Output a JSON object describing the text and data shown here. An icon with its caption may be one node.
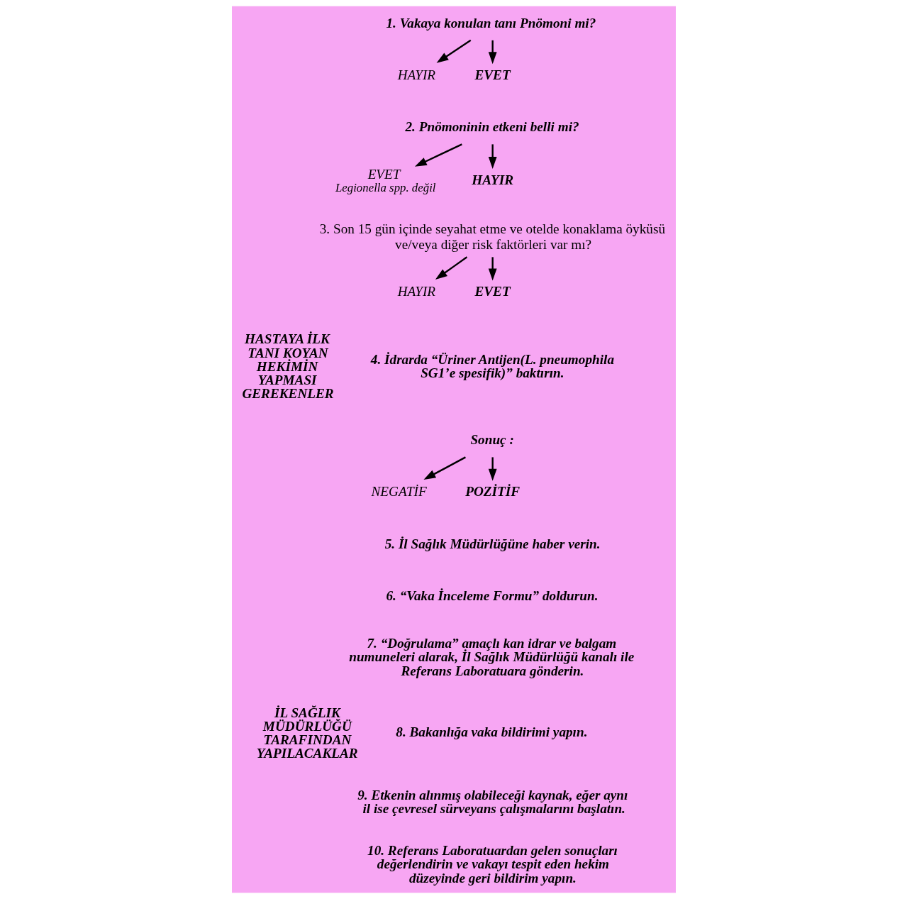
{
  "diagram": {
    "nodes": [
      {
        "text": [
          "HASTAYA İLK TANI KOYAN HEKİMİN YAPMASI GEREKENLER"
        ]
      },
      {
        "text": [
          "1. Vakaya konulan tanı Pnömoni mi?"
        ]
      },
      {
        "text": [
          "HAYIR"
        ]
      },
      {
        "text": [
          "EVET"
        ]
      },
      {
        "text": [
          "2. Pnömoninin etkeni belli mi?"
        ]
      },
      {
        "text": [
          "EVET"
        ],
        "beside": [
          "Legionella spp. değil"
        ]
      },
      {
        "text": [
          "HAYIR"
        ]
      },
      {
        "text": [
          "3. Son 15 gün içinde seyahat etme ve otelde konaklama öyküsü ve/veya diğer risk faktörleri var mı?"
        ]
      },
      {
        "text": [
          "HAYIR"
        ]
      },
      {
        "text": [
          "EVET"
        ]
      },
      {
        "text": [
          "4. İdrarda “Üriner Antijen(L. pneumophila SG1’e spesifik)” baktırın."
        ]
      },
      {
        "text": [
          "Sonuç :"
        ]
      },
      {
        "text": [
          "NEGATİF"
        ]
      },
      {
        "text": [
          "POZİTİF"
        ]
      },
      {
        "text": [
          "5. İl Sağlık Müdürlüğüne haber verin."
        ]
      },
      {
        "text": [
          "6. “Vaka İnceleme Formu” doldurun."
        ]
      },
      {
        "text": [
          "7. “Doğrulama” amaçlı kan idrar ve balgam numuneleri alarak, İl Sağlık Müdürlüğü kanalı ile Referans Laboratuara gönderin."
        ]
      },
      {
        "text": [
          "İL SAĞLIK MÜDÜRLÜĞÜ TARAFINDAN YAPILACAKLAR"
        ]
      },
      {
        "text": [
          "8. Bakanlığa vaka bildirimi yapın."
        ]
      },
      {
        "text": [
          "9. Etkenin alınmış olabileceği kaynak, eğer aynı il ise çevresel sürveyans çalışmalarını başlatın."
        ]
      },
      {
        "text": [
          "10. Referans Laboratuardan gelen sonuçları değerlendirin ve vakayı tespit eden hekim düzeyinde geri bildirim yapın."
        ]
      }
    ],
    "edges": [
      {
        "from": 1,
        "to": 2,
        "arrow": "to"
      },
      {
        "from": 1,
        "to": 3,
        "arrow": "to"
      },
      {
        "from": 4,
        "to": 5,
        "arrow": "to"
      },
      {
        "from": 4,
        "to": 6,
        "arrow": "to"
      },
      {
        "from": 7,
        "to": 8,
        "arrow": "to"
      },
      {
        "from": 7,
        "to": 9,
        "arrow": "to"
      },
      {
        "from": 11,
        "to": 12,
        "arrow": "to"
      },
      {
        "from": 11,
        "to": 13,
        "arrow": "to"
      }
    ]
  }
}
